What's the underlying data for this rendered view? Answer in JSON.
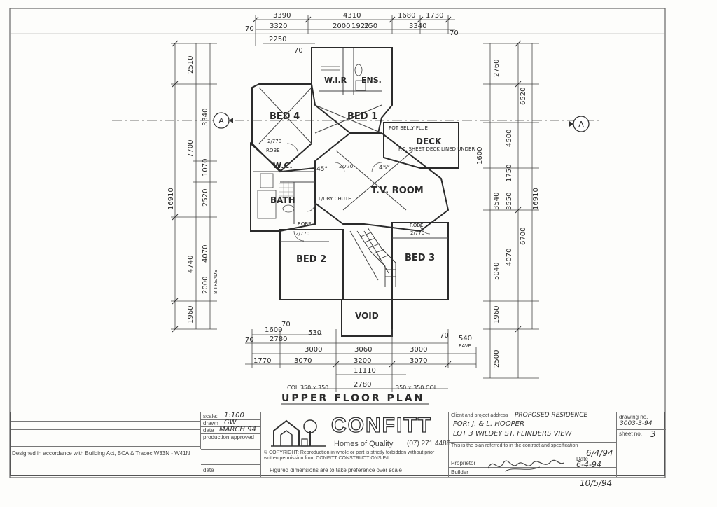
{
  "title": "UPPER FLOOR PLAN",
  "rooms": {
    "bed4": "BED 4",
    "bed1": "BED 1",
    "wir": "W.I.R",
    "ens": "ENS.",
    "deck": "DECK",
    "deck_note": "F.C. SHEET DECK LINED UNDER",
    "wc": "W.C.",
    "bath": "BATH",
    "tv_room": "T.V. ROOM",
    "bed2": "BED 2",
    "bed3": "BED 3",
    "void": "VOID",
    "robe": "ROBE",
    "robe2": "ROBE",
    "robe3": "ROBE",
    "linen": "L/DRY CHUTE",
    "angle1": "45°",
    "angle2": "45°",
    "door_a": "2/770",
    "door_b": "2/770",
    "door_c": "2/770",
    "door_d": "2/770",
    "stair": "8 TREADS",
    "flue": "POT BELLY FLUE"
  },
  "section_marker": "A",
  "dims": {
    "top1": [
      "3390",
      "4310",
      "1680",
      "1730"
    ],
    "top2": [
      "70",
      "3320",
      "2000",
      "1920",
      "250",
      "3340",
      "70"
    ],
    "top3": [
      "2250",
      "70"
    ],
    "left_outer": "16910",
    "left_a": [
      "2510",
      "7700",
      "4740",
      "1960"
    ],
    "left_b": [
      "3340",
      "1070",
      "2520",
      "4070",
      "2000"
    ],
    "right_outer": "16910",
    "right_a": [
      "2760",
      "6520",
      "3540",
      "1960",
      "2500"
    ],
    "right_b": [
      "4500",
      "1600",
      "1750",
      "3550",
      "4070",
      "6700",
      "5040"
    ],
    "bot1": [
      "1600",
      "70"
    ],
    "bot2": [
      "70",
      "2780",
      "530",
      "70"
    ],
    "bot3": [
      "3000",
      "3060",
      "3000",
      "540"
    ],
    "bot4": [
      "1770",
      "3070",
      "3200",
      "3070"
    ],
    "bot5": "11110",
    "bot6": "2780",
    "col_l": "COL 350 x 350",
    "col_r": "350 x 350 COL",
    "eave": "EAVE"
  },
  "titleblock": {
    "scale_label": "scale:",
    "scale_value": "1:100",
    "drawn_label": "drawn",
    "drawn_value": "GW",
    "date_label": "date",
    "date_value": "MARCH 94",
    "production": "production approved",
    "designed": "Designed in accordance with Building Act, BCA & Tracec W33N - W41N",
    "date2_label": "date",
    "logo": "CONFITT",
    "homes": "Homes of Quality",
    "phone": "(07) 271 4488",
    "copyright": "© COPYRIGHT: Reproduction in whole or part is strictly forbidden without prior written permission from CONFITT CONSTRUCTIONS P/L",
    "figured": "Figured dimensions are to take preference over scale",
    "client_label": "Client and project address",
    "client_value": "PROPOSED RESIDENCE",
    "client_for": "FOR: J. & L. HOOPER",
    "client_lot": "LOT 3 WILDEY ST, FLINDERS VIEW",
    "contract": "This is the plan referred to in the contract and specification",
    "proprietor": "Proprietor",
    "builder": "Builder",
    "date3": "Date",
    "sig_date1": "6/4/94",
    "sig_date2": "6-4-94",
    "drawing_label": "drawing no.",
    "drawing_value": "3003-3-94",
    "sheet_label": "sheet no.",
    "sheet_value": "3",
    "bottom_date": "10/5/94"
  }
}
